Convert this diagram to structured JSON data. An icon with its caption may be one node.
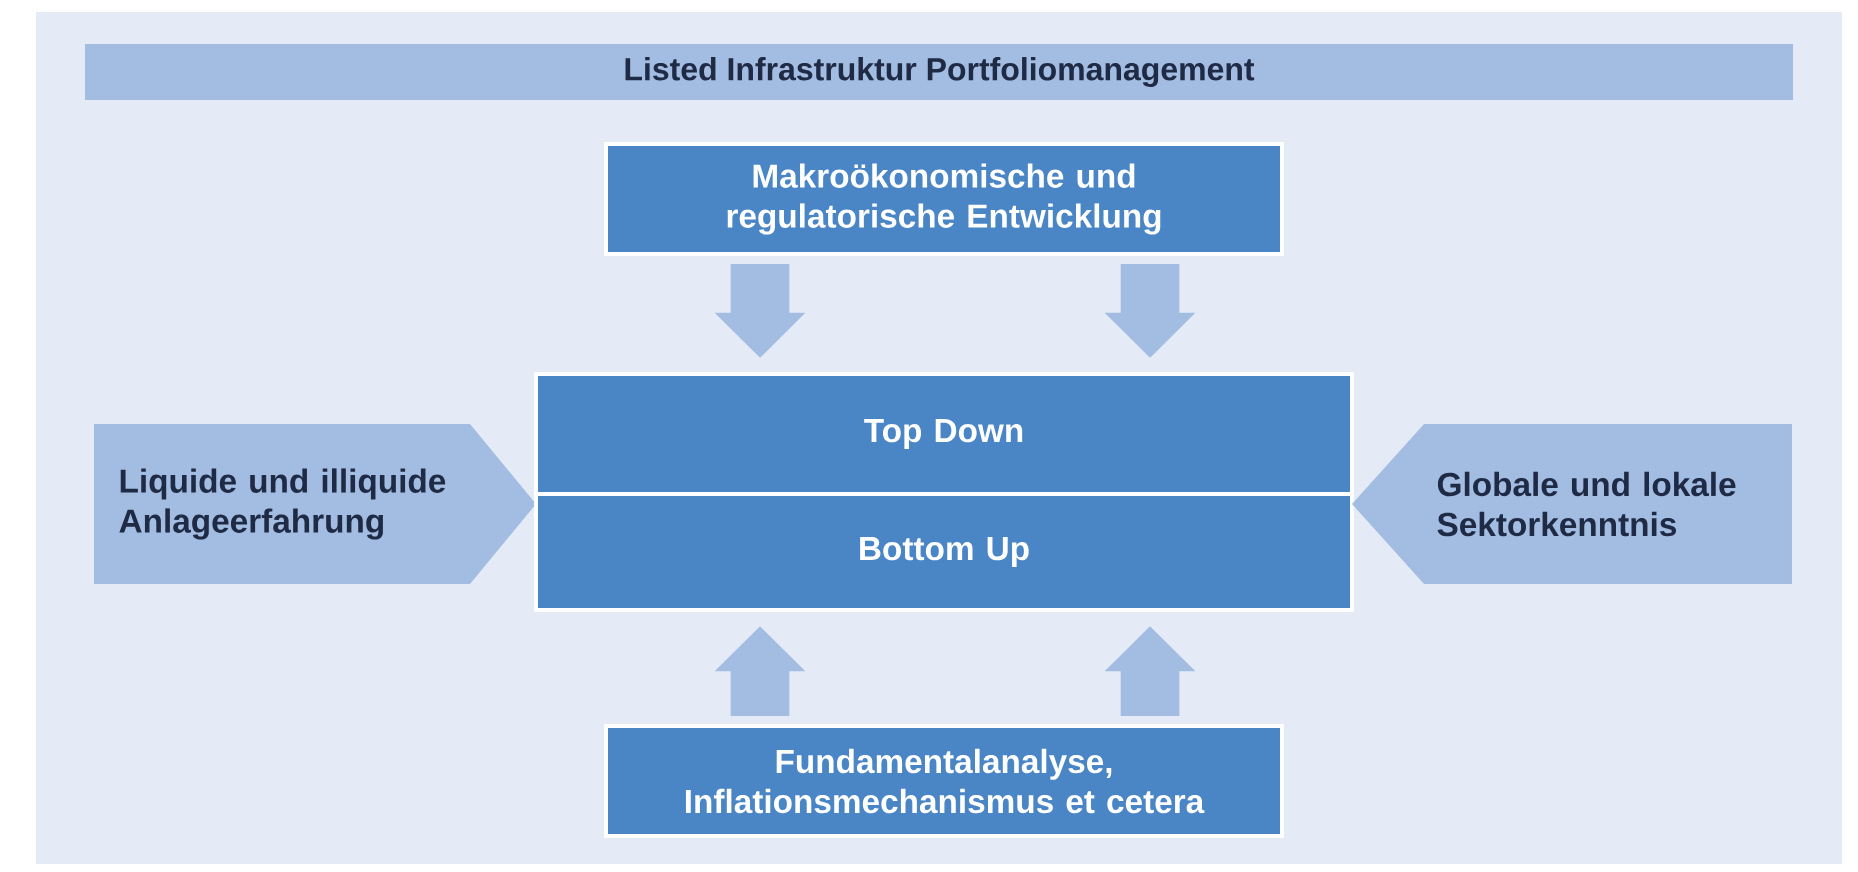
{
  "diagram": {
    "title": "Listed Infrastruktur Portfoliomanagement",
    "nodes": [
      {
        "text": [
          "Makroökonomische und regulatorische Entwicklung"
        ]
      },
      {
        "text": [
          "Liquide und illiquide Anlageerfahrung"
        ]
      },
      {
        "text": [
          "Top Down"
        ]
      },
      {
        "text": [
          "Bottom Up"
        ]
      },
      {
        "text": [
          "Globale und lokale Sektorkenntnis"
        ]
      },
      {
        "text": [
          "Fundamentalanalyse, Inflationsmechanismus et cetera"
        ]
      }
    ],
    "edges": [
      {
        "from": 0,
        "to": 2,
        "arrow": "to"
      },
      {
        "from": 0,
        "to": 2,
        "arrow": "to"
      },
      {
        "from": 5,
        "to": 3,
        "arrow": "to"
      },
      {
        "from": 5,
        "to": 3,
        "arrow": "to"
      }
    ]
  }
}
